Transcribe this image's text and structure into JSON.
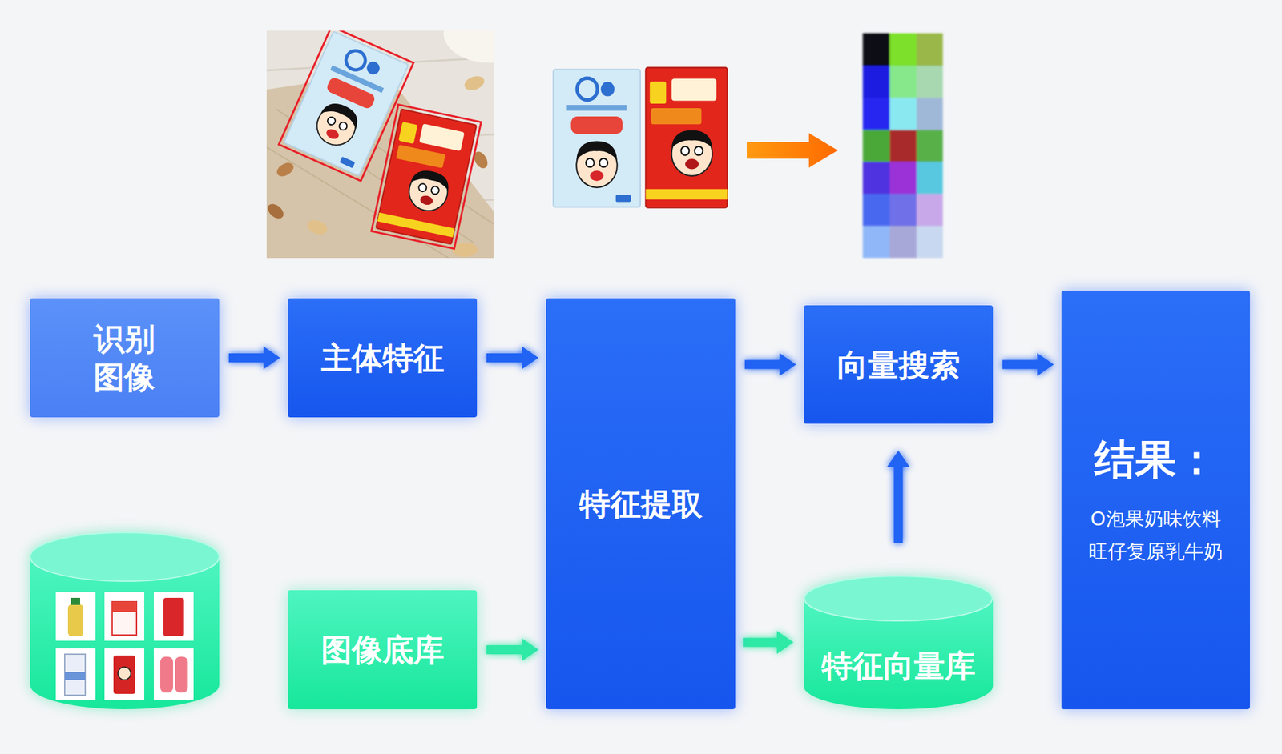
{
  "diagram": {
    "nodes": [
      {
        "text": [
          "识别 图像"
        ]
      },
      {
        "text": [
          "主体特征"
        ]
      },
      {
        "text": [
          "特征提取"
        ]
      },
      {
        "text": [
          "向量搜索"
        ]
      },
      {
        "text": [
          "结果：",
          "O泡果奶味饮料",
          "旺仔复原乳牛奶"
        ]
      },
      {
        "text": [
          "图像底库"
        ]
      },
      {
        "text": [
          "特征向量库"
        ]
      }
    ],
    "edges": [
      {
        "from": 0,
        "to": 1,
        "arrow": "to"
      },
      {
        "from": 1,
        "to": 2,
        "arrow": "to"
      },
      {
        "from": 2,
        "to": 3,
        "arrow": "to"
      },
      {
        "from": 3,
        "to": 4,
        "arrow": "to"
      },
      {
        "from": 5,
        "to": 2,
        "arrow": "to"
      },
      {
        "from": 2,
        "to": 6,
        "arrow": "to"
      },
      {
        "from": 6,
        "to": 3,
        "arrow": "to"
      }
    ]
  }
}
